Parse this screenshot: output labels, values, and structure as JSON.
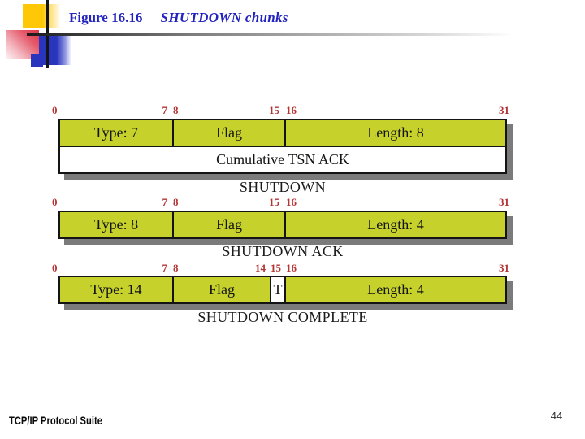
{
  "header": {
    "figure_label": "Figure 16.16",
    "figure_title": "SHUTDOWN chunks"
  },
  "footer": {
    "book_title": "TCP/IP Protocol Suite",
    "page_number": "44"
  },
  "colors": {
    "bar_fill": "#c6d22b",
    "bit_label_red": "#b53434",
    "title_blue": "#2323bf",
    "shadow_gray": "#7b7b7b",
    "deco_gold": "#fec806",
    "deco_red": "#e03348",
    "deco_blue": "#2a35bd"
  },
  "diagrams": [
    {
      "caption": "SHUTDOWN",
      "bits": [
        "0",
        "7",
        "8",
        "15",
        "16",
        "31"
      ],
      "cells": {
        "type": "Type: 7",
        "flag": "Flag",
        "length": "Length: 8",
        "row2": "Cumulative TSN ACK"
      }
    },
    {
      "caption": "SHUTDOWN ACK",
      "bits": [
        "0",
        "7",
        "8",
        "15",
        "16",
        "31"
      ],
      "cells": {
        "type": "Type: 8",
        "flag": "Flag",
        "length": "Length: 4"
      }
    },
    {
      "caption": "SHUTDOWN COMPLETE",
      "bits": [
        "0",
        "7",
        "8",
        "14",
        "15",
        "16",
        "31"
      ],
      "cells": {
        "type": "Type: 14",
        "flag": "Flag",
        "t_bit": "T",
        "length": "Length: 4"
      }
    }
  ]
}
